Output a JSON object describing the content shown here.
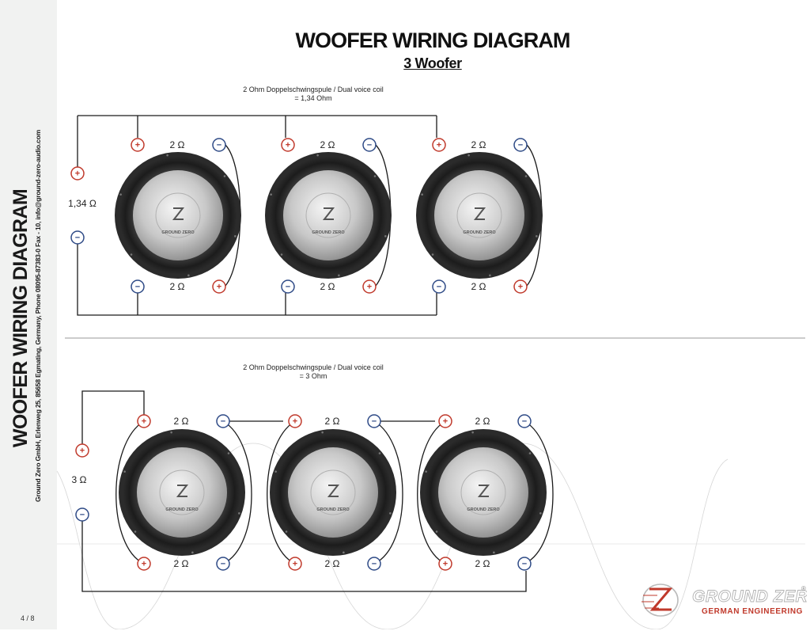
{
  "sidebar": {
    "title": "WOOFER WIRING DIAGRAM",
    "address": "Ground Zero GmbH, Erlenweg 25, 85658 Egmating, Germany, Phone 08095-87383-0 Fax - 10, info@ground-zero-audio.com",
    "page": "4 / 8"
  },
  "header": {
    "title": "WOOFER WIRING DIAGRAM",
    "subtitle": "3 Woofer"
  },
  "diagram1": {
    "caption_line1": "2 Ohm Doppelschwingspule / Dual voice coil",
    "caption_line2": "= 1,34 Ohm",
    "total_impedance": "1,34 Ω",
    "coil_label": "2 Ω",
    "woofer_brand": "GROUND ZERO"
  },
  "diagram2": {
    "caption_line1": "2 Ohm Doppelschwingspule / Dual voice coil",
    "caption_line2": "= 3 Ohm",
    "total_impedance": "3 Ω",
    "coil_label": "2 Ω",
    "woofer_brand": "GROUND ZERO"
  },
  "terminals": {
    "plus": "+",
    "minus": "−"
  },
  "logo": {
    "brand": "GROUND ZERO",
    "tagline": "GERMAN ENGINEERING",
    "registered": "®"
  },
  "colors": {
    "plus": "#c0392b",
    "minus": "#2e4a86",
    "wire": "#1a1a1a",
    "sidebar": "#f1f2f1",
    "logo": "#c0392b"
  }
}
